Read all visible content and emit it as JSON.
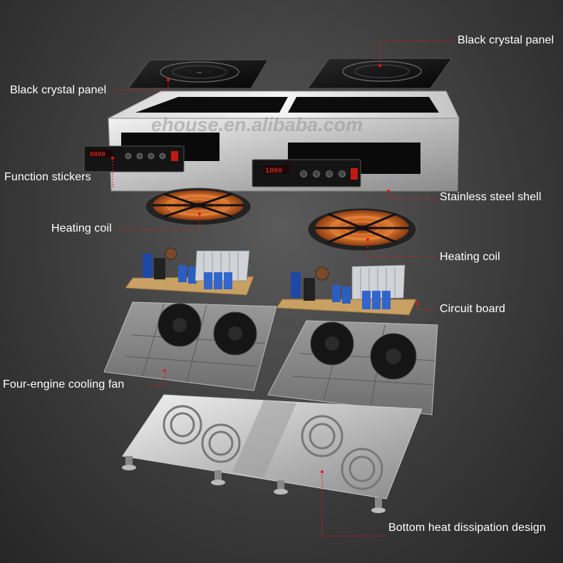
{
  "watermark": "ehouse.en.alibaba.com",
  "labels": {
    "crystal_panel_left": "Black crystal panel",
    "crystal_panel_right": "Black crystal panel",
    "function_stickers": "Function stickers",
    "stainless_shell": "Stainless steel shell",
    "heating_coil_left": "Heating coil",
    "heating_coil_right": "Heating coil",
    "circuit_board": "Circuit board",
    "cooling_fan": "Four-engine cooling fan",
    "bottom_design": "Bottom heat dissipation design"
  },
  "display_readout": "1800",
  "colors": {
    "leader_line": "#e01818",
    "text": "#ffffff"
  }
}
